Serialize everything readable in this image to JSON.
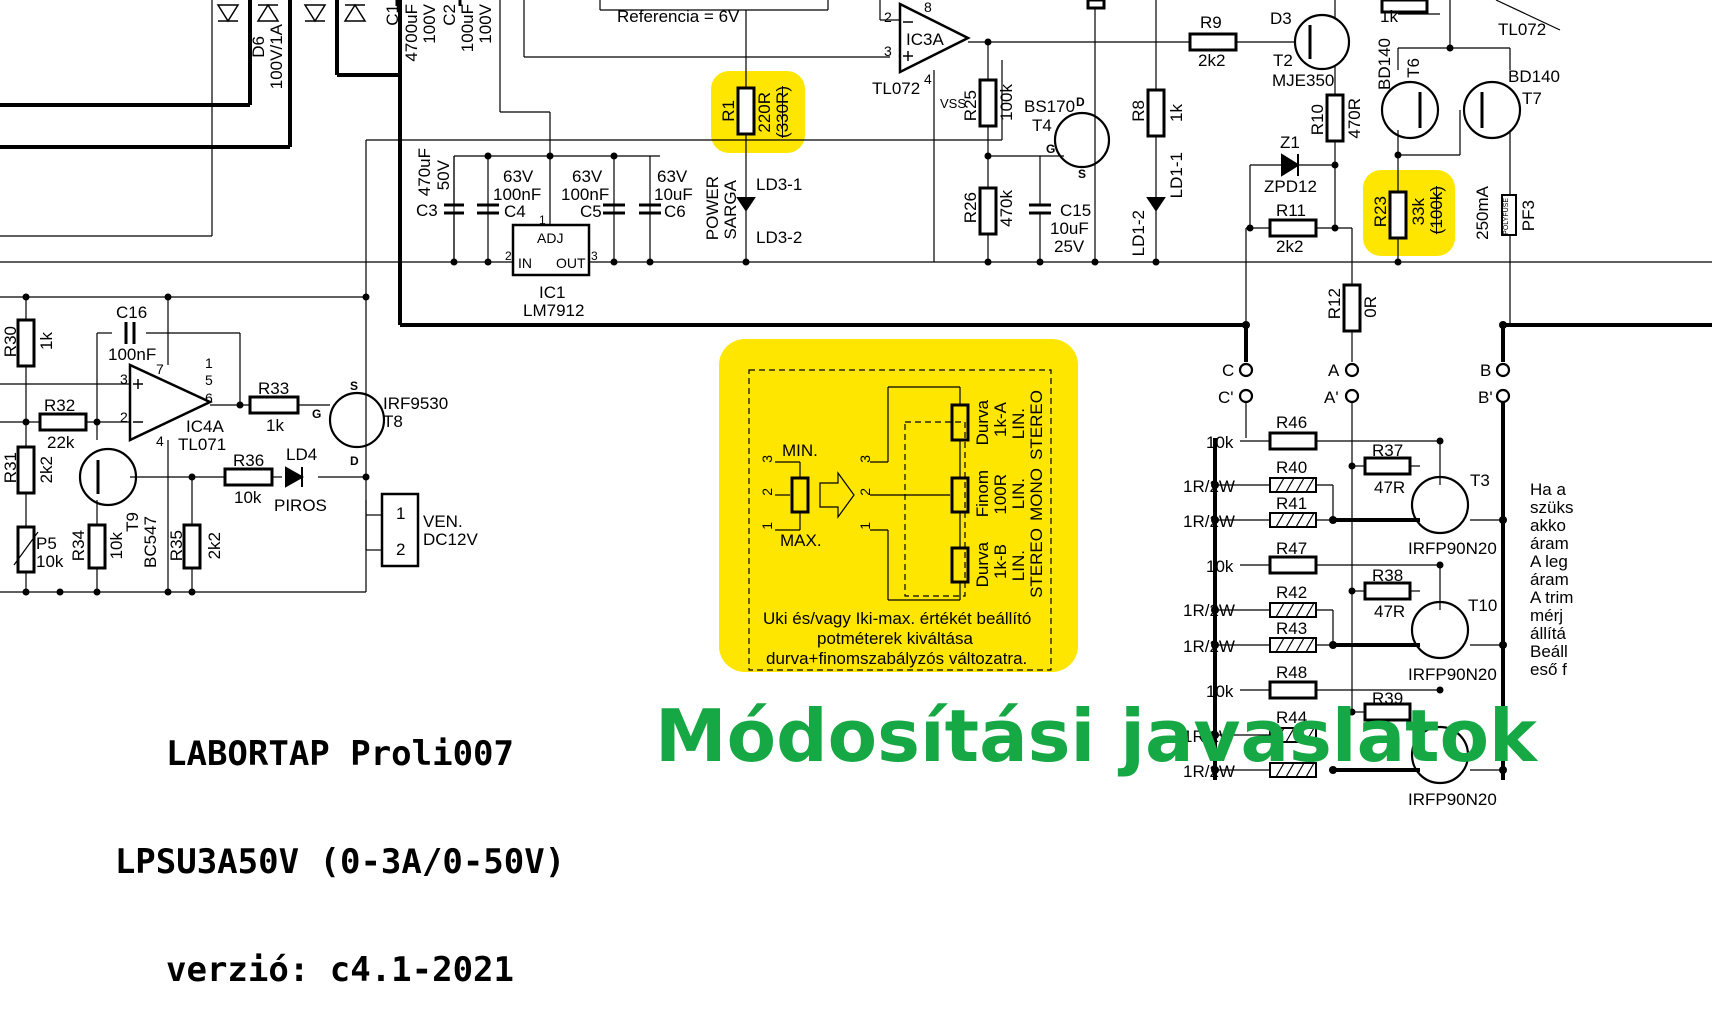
{
  "title": {
    "line1": "LABORTAP Proli007",
    "line2": "LPSU3A50V (0-3A/0-50V)",
    "line3": "verzió: c4.1-2021"
  },
  "overlay_title": "Módosítási javaslatok",
  "colors": {
    "highlight": "#ffe600",
    "overlay_text": "#17a846"
  },
  "reference_label": "Referencia = 6V",
  "components": {
    "c1": "C1",
    "c1_val": "4700uF",
    "c1_v": "100V",
    "c2": "C2",
    "c2_val": "100uF",
    "c2_v": "100V",
    "d6": "D6",
    "d6_val": "100V/1A",
    "ic3a": "IC3A",
    "ic3a_type": "TL072",
    "pin2": "2",
    "pin3": "3",
    "pin8": "8",
    "pin4": "4",
    "r9": "R9",
    "r9_val": "2k2",
    "d3": "D3",
    "t2": "T2",
    "t2_type": "MJE350",
    "r_1k_top": "1k",
    "tl072_top": "TL072",
    "bd140_left": "BD140",
    "t6": "T6",
    "bd140_right": "BD140",
    "t7": "T7",
    "r1": "R1",
    "r1_val": "220R",
    "r1_old": "(330R)",
    "power": "POWER",
    "sarga": "SARGA",
    "ld3_1": "LD3-1",
    "ld3_2": "LD3-2",
    "vss": "VSS",
    "r25": "R25",
    "r25_val": "100k",
    "bs170": "BS170",
    "t4": "T4",
    "d_pin": "D",
    "g_pin": "G",
    "s_pin": "S",
    "r8": "R8",
    "r8_val": "1k",
    "r10": "R10",
    "r10_val": "470R",
    "z1": "Z1",
    "zpd12": "ZPD12",
    "ld1_1": "LD1-1",
    "ld1_2": "LD1-2",
    "r26": "R26",
    "r26_val": "470k",
    "c15": "C15",
    "c15_val": "10uF",
    "c15_v": "25V",
    "r11": "R11",
    "r11_val": "2k2",
    "r23": "R23",
    "r23_val": "33k",
    "r23_old": "(100k)",
    "pf3": "PF3",
    "pf3_val": "250mA",
    "polyfuse": "POLYFUSE",
    "c3": "C3",
    "c3_val": "470uF",
    "c3_v": "50V",
    "c4": "C4",
    "c4_v": "63V",
    "c4_val": "100nF",
    "c5": "C5",
    "c5_v": "63V",
    "c5_val": "100nF",
    "c6": "C6",
    "c6_v": "63V",
    "c6_val": "10uF",
    "ic1": "IC1",
    "ic1_type": "LM7912",
    "adj": "ADJ",
    "in": "IN",
    "out": "OUT",
    "p1": "1",
    "p2": "2",
    "p3": "3",
    "r12": "R12",
    "r12_val": "0R",
    "r30": "R30",
    "r30_val": "1k",
    "c16": "C16",
    "c16_val": "100nF",
    "r32": "R32",
    "r32_val": "22k",
    "r31": "R31",
    "r31_val": "2k2",
    "ic4a": "IC4A",
    "ic4a_type": "TL071",
    "pin7": "7",
    "pin1": "1",
    "pin5": "5",
    "pin6": "6",
    "pin3b": "3",
    "pin2b": "2",
    "pin4b": "4",
    "r33": "R33",
    "r33_val": "1k",
    "t8_type": "IRF9530",
    "t8": "T8",
    "r36": "R36",
    "r36_val": "10k",
    "ld4": "LD4",
    "piros": "PIROS",
    "t9": "T9",
    "t9_type": "BC547",
    "p5": "P5",
    "p5_val": "10k",
    "r34": "R34",
    "r34_val": "10k",
    "r35": "R35",
    "r35_val": "2k2",
    "ven": "VEN.",
    "dc12v": "DC12V",
    "ven_1": "1",
    "ven_2": "2",
    "c_node": "C",
    "c_prime": "C'",
    "a_node": "A",
    "a_prime": "A'",
    "b_node": "B",
    "b_prime": "B'",
    "r46": "R46",
    "r37": "R37",
    "r37_val": "47R",
    "t3": "T3",
    "r40": "R40",
    "r41": "R41",
    "r47": "R47",
    "r38": "R38",
    "r38_val": "47R",
    "t10": "T10",
    "r42": "R42",
    "r43": "R43",
    "r48": "R48",
    "r39": "R39",
    "r44": "R44",
    "irfp1": "IRFP90N20",
    "irfp2": "IRFP90N20",
    "irfp3": "IRFP90N20",
    "v10k_1": "10k",
    "v10k_2": "10k",
    "v10k_3": "10k",
    "v1r_1": "1R/2W",
    "v1r_2": "1R/2W",
    "v1r_3": "1R/2W",
    "v1r_4": "1R/2W",
    "v1r_5": "1R/2W",
    "v1r_6": "1R/2W"
  },
  "info_box": {
    "min": "MIN.",
    "max": "MAX.",
    "n3": "3",
    "n2": "2",
    "n1": "1",
    "durva_a": "Durva",
    "durva_a_val": "1k-A",
    "durva_a_lin": "LIN.",
    "finom": "Finom",
    "finom_val": "100R",
    "finom_lin": "LIN.",
    "durva_b": "Durva",
    "durva_b_val": "1k-B",
    "durva_b_lin": "LIN.",
    "stereo1": "STEREO",
    "mono": "MONO",
    "stereo2": "STEREO",
    "caption1": "Uki és/vagy Iki-max. értékét beállító",
    "caption2": "potméterek kiváltása",
    "caption3": "durva+finomszabályzós változatra."
  },
  "side_note": [
    "Ha a",
    "szüks",
    "akko",
    "áram",
    "A leg",
    "áram",
    "A trim",
    "mérj",
    "állítá",
    "Beáll",
    "eső f"
  ]
}
